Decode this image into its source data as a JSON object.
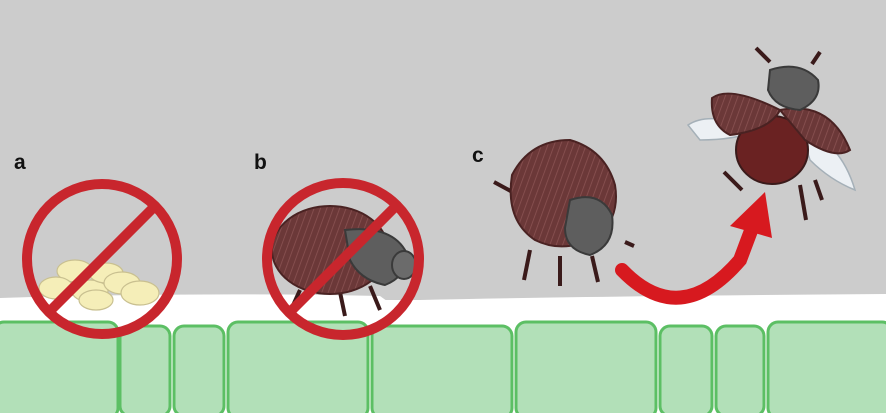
{
  "panels": [
    {
      "label": "a",
      "subject": "eggs",
      "prohibited": true
    },
    {
      "label": "b",
      "subject": "beetle-on-leaf",
      "prohibited": true
    },
    {
      "label": "c",
      "subject": "beetle-taking-flight",
      "prohibited": false
    }
  ],
  "colors": {
    "sky": "#cccccc",
    "leaf_surface": "#ffffff",
    "leaf_cells_fill": "#b2e0b8",
    "leaf_cells_stroke": "#5cbf64",
    "prohibition_red": "#c8262d",
    "arrow_red": "#d7191f",
    "beetle_shell": "#6b3838",
    "beetle_head": "#5e5e5e",
    "egg_fill": "#f5eeb8"
  },
  "icons": [
    "no-symbol-icon",
    "egg-cluster-icon",
    "beetle-icon",
    "flying-beetle-icon",
    "curved-arrow-icon"
  ]
}
